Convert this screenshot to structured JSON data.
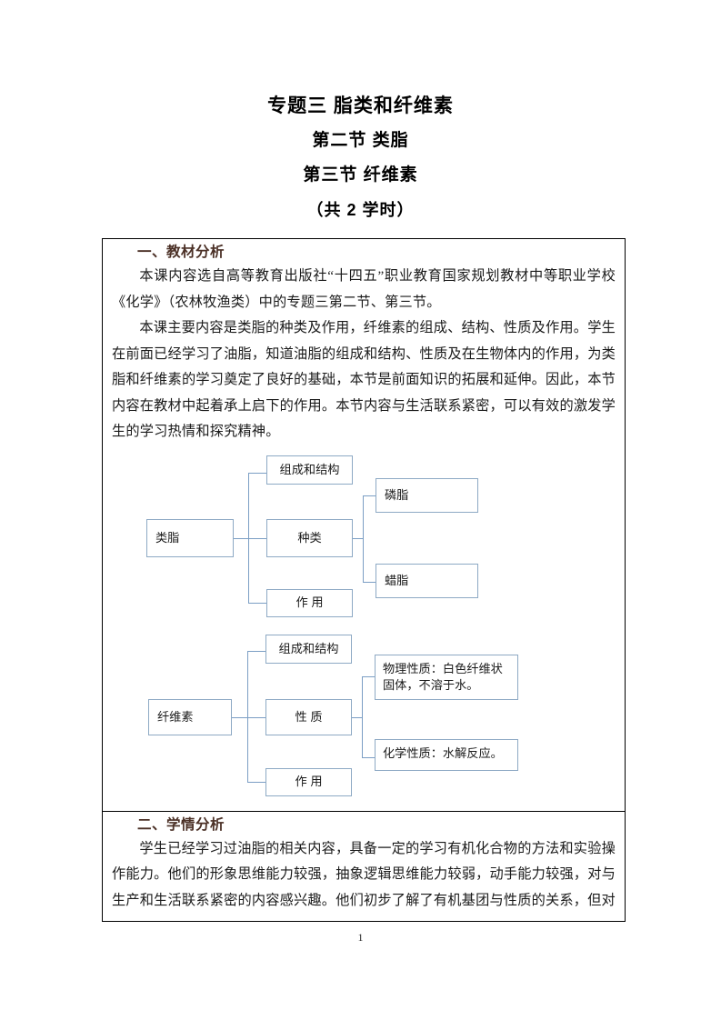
{
  "document": {
    "title_lines": [
      "专题三  脂类和纤维素",
      "第二节  类脂",
      "第三节  纤维素",
      "（共 2 学时）"
    ],
    "page_number": "1"
  },
  "sections": [
    {
      "heading": "一、教材分析",
      "paragraphs": [
        "本课内容选自高等教育出版社“十四五”职业教育国家规划教材中等职业学校《化学》（农林牧渔类）中的专题三第二节、第三节。",
        "本课主要内容是类脂的种类及作用，纤维素的组成、结构、性质及作用。学生在前面已经学习了油脂，知道油脂的组成和结构、性质及在生物体内的作用，为类脂和纤维素的学习奠定了良好的基础，本节是前面知识的拓展和延伸。因此，本节内容在教材中起着承上启下的作用。本节内容与生活联系紧密，可以有效的激发学生的学习热情和探究精神。"
      ]
    },
    {
      "heading": "二、学情分析",
      "paragraphs": [
        "学生已经学习过油脂的相关内容，具备一定的学习有机化合物的方法和实验操作能力。他们的形象思维能力较强，抽象逻辑思维能力较弱，动手能力较强，对与生产和生活联系紧密的内容感兴趣。他们初步了解了有机基团与性质的关系，但对"
      ]
    }
  ],
  "diagrams": [
    {
      "name": "lipid-diagram",
      "root": "类脂",
      "branches": [
        "组成和结构",
        "种类",
        "作  用"
      ],
      "sub_branches": [
        "磷脂",
        "蜡脂"
      ]
    },
    {
      "name": "cellulose-diagram",
      "root": "纤维素",
      "branches": [
        "组成和结构",
        "性    质",
        "作    用"
      ],
      "sub_branches": [
        "物理性质：白色纤维状固体，不溶于水。",
        "化学性质：水解反应。"
      ]
    }
  ],
  "colors": {
    "heading": "#4a2f25",
    "node_border": "#8da9c4",
    "connector": "#7b9ec4",
    "table_border": "#000000"
  }
}
